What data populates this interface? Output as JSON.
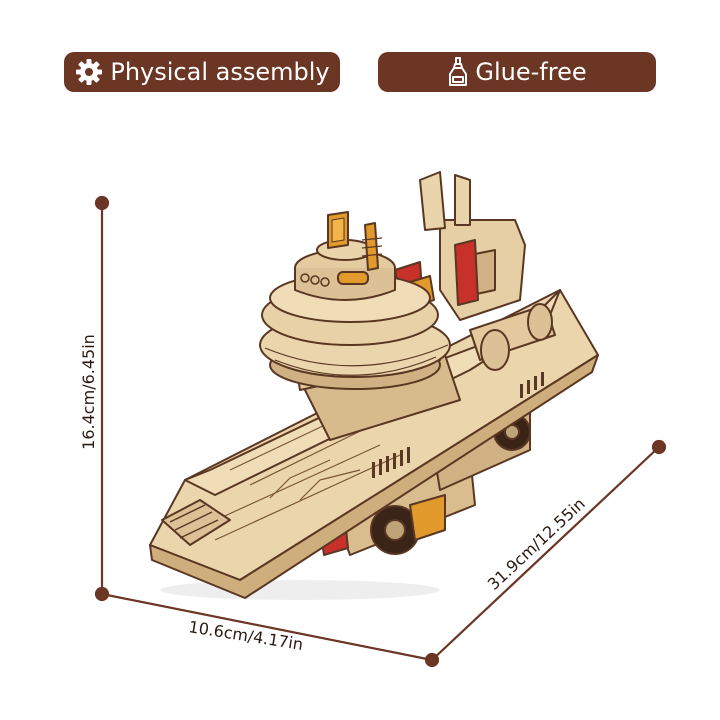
{
  "badges": [
    {
      "label": "Physical assembly",
      "icon": "gear-icon"
    },
    {
      "label": "Glue-free",
      "icon": "glue-bottle-icon"
    }
  ],
  "dimensions": {
    "height": "16.4cm/6.45in",
    "width": "10.6cm/4.17in",
    "length": "31.9cm/12.55in"
  },
  "colors": {
    "badge_background": "#6b3624",
    "dimension_line": "#6b3624",
    "wood": "#e9d3aa",
    "wood_edge": "#5a3722",
    "accent_red": "#c8302a",
    "accent_orange": "#e39a2c"
  }
}
